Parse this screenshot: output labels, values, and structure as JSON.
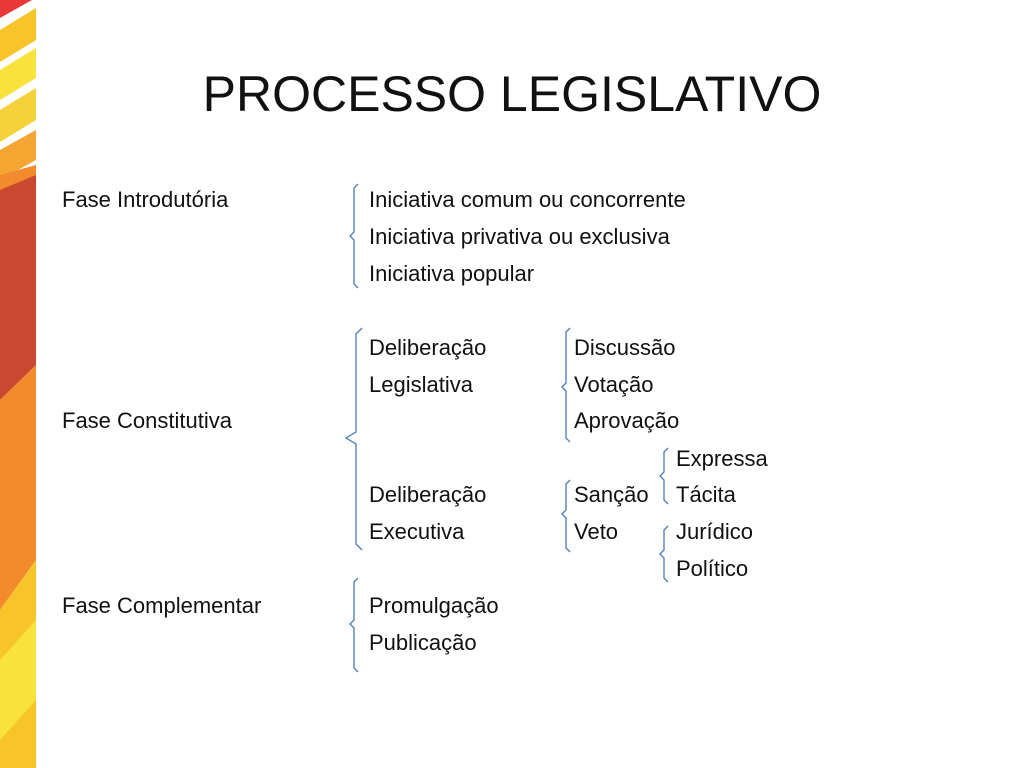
{
  "slide": {
    "title": "PROCESSO LEGISLATIVO",
    "accent_colors": [
      "#e8383a",
      "#f28a2e",
      "#f7c52a",
      "#f9e23c",
      "#c8492f"
    ],
    "bracket_color": "#4a7ab5"
  },
  "fases": {
    "introdutoria": {
      "label": "Fase Introdutória",
      "items": [
        "Iniciativa comum ou concorrente",
        "Iniciativa privativa ou exclusiva",
        "Iniciativa popular"
      ]
    },
    "constitutiva": {
      "label": "Fase Constitutiva",
      "deliberacao_legislativa": {
        "line1": "Deliberação",
        "line2": "Legislativa",
        "items": [
          "Discussão",
          "Votação",
          "Aprovação"
        ]
      },
      "deliberacao_executiva": {
        "line1": "Deliberação",
        "line2": "Executiva",
        "sancao": {
          "label": "Sanção",
          "items": [
            "Expressa",
            "Tácita"
          ]
        },
        "veto": {
          "label": "Veto",
          "items": [
            "Jurídico",
            "Político"
          ]
        }
      }
    },
    "complementar": {
      "label": "Fase Complementar",
      "items": [
        "Promulgação",
        "Publicação"
      ]
    }
  }
}
